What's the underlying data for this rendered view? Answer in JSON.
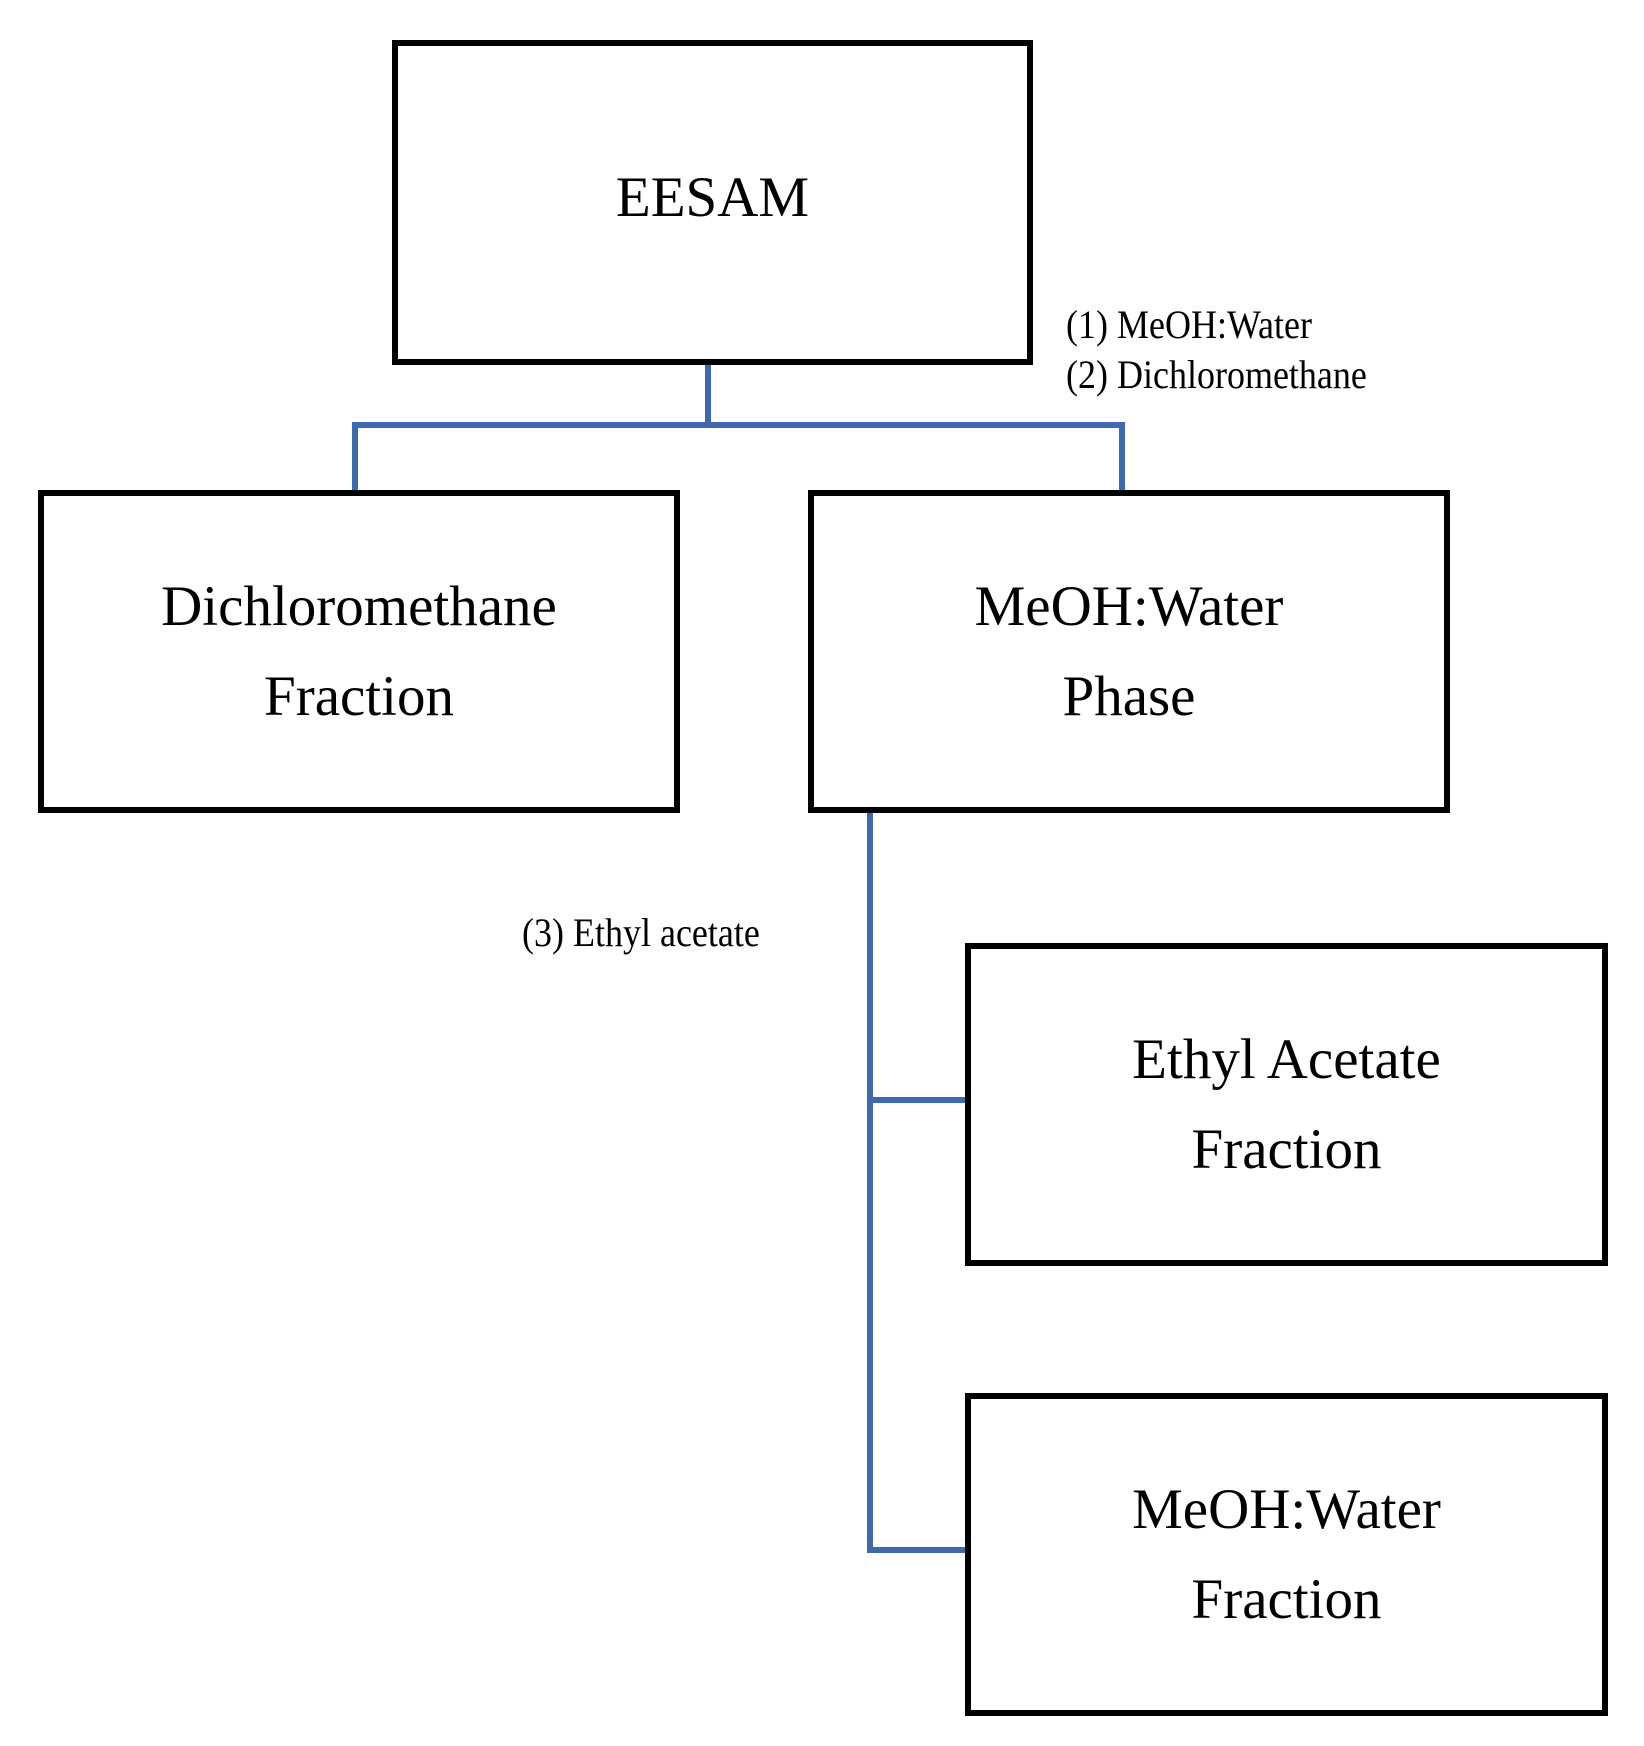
{
  "diagram": {
    "nodes": {
      "root": {
        "lines": [
          "EESAM"
        ]
      },
      "dichloromethane_fraction": {
        "lines": [
          "Dichloromethane",
          "Fraction"
        ]
      },
      "meoh_water_phase": {
        "lines": [
          "MeOH:Water",
          "Phase"
        ]
      },
      "ethyl_acetate_fraction": {
        "lines": [
          "Ethyl Acetate",
          "Fraction"
        ]
      },
      "meoh_water_fraction": {
        "lines": [
          "MeOH:Water",
          "Fraction"
        ]
      }
    },
    "steps": {
      "first": [
        "(1) MeOH:Water",
        "(2) Dichloromethane"
      ],
      "second": [
        "(3) Ethyl acetate"
      ]
    },
    "colors": {
      "connector": "#3f69ad",
      "box_border": "#000000"
    }
  }
}
